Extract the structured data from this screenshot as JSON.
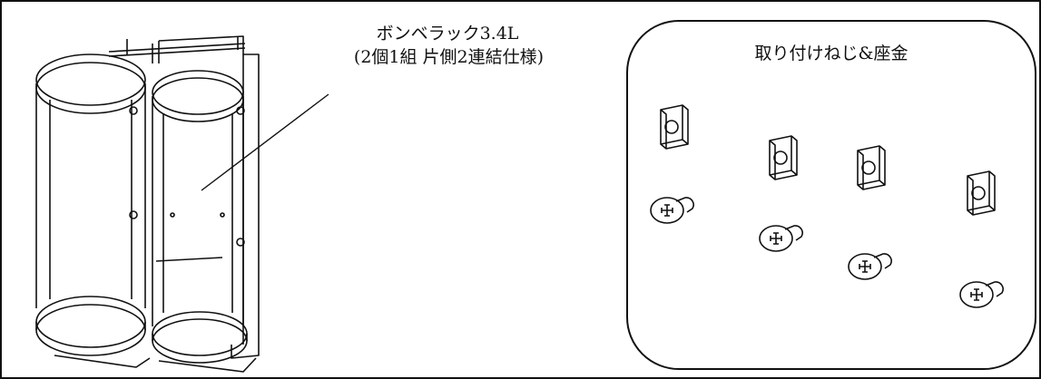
{
  "rack": {
    "title": "ボンベラック3.4L",
    "subtitle": "(2個1組 片側2連結仕様)"
  },
  "kit": {
    "title": "取り付けねじ&座金"
  }
}
